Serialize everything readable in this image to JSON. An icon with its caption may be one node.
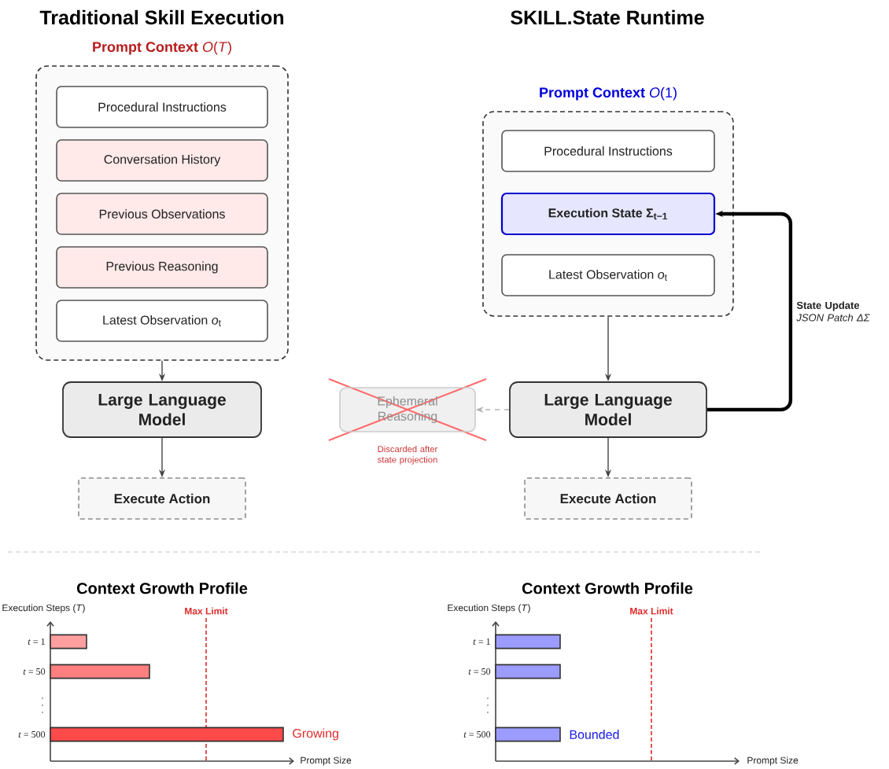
{
  "diagram": {
    "nodes": [
      {
        "text": [
          "**Prompt Context** *O*(*T*)"
        ]
      },
      {
        "text": [
          "Procedural Instructions"
        ],
        "in": 0
      },
      {
        "text": [
          "Conversation History"
        ],
        "in": 0
      },
      {
        "text": [
          "Previous Observations"
        ],
        "in": 0
      },
      {
        "text": [
          "Previous Reasoning"
        ],
        "in": 0
      },
      {
        "text": [
          "Latest Observation *o*$_{t}$"
        ],
        "in": 0
      },
      {
        "text": [
          "Large Language Model"
        ]
      },
      {
        "text": [
          "Execute Action"
        ]
      },
      {
        "text": [
          "**Prompt Context** *O*(1)"
        ]
      },
      {
        "text": [
          "Procedural Instructions"
        ],
        "in": 8
      },
      {
        "text": [
          "Execution State Σ$_{t−1}$"
        ],
        "in": 8
      },
      {
        "text": [
          "Latest Observation *o*$_{t}$"
        ],
        "in": 8
      },
      {
        "text": [
          "Ephemeral Reasoning"
        ],
        "beside": [
          "Discarded after state projection"
        ]
      },
      {
        "text": [
          "Large Language Model"
        ]
      },
      {
        "text": [
          "Execute Action"
        ]
      }
    ],
    "edges": [
      {
        "from": 0,
        "to": 6,
        "arrow": "to"
      },
      {
        "from": 6,
        "to": 7,
        "arrow": "to"
      },
      {
        "from": 8,
        "to": 13,
        "arrow": "to"
      },
      {
        "from": 13,
        "to": 12,
        "arrow": "to",
        "style": "dashed",
        "color": "#b3b3b3"
      },
      {
        "from": 13,
        "to": 10,
        "arrow": "to",
        "style": "thick",
        "label": "**State Update** *JSON Patch ΔΣ*"
      },
      {
        "from": 13,
        "to": 14,
        "arrow": "to"
      }
    ],
    "labels": [
      "Traditional Skill Execution",
      "SKILL.State Runtime",
      "Context Growth Profile",
      "Execution Steps (*T*)",
      "Max Limit",
      "*t* = 1",
      "*t* = 50",
      "*t* = 500",
      "Growing",
      "Prompt Size",
      "Context Growth Profile",
      "Execution Steps (*T*)",
      "Max Limit",
      "*t* = 1",
      "*t* = 50",
      "*t* = 500",
      "Bounded",
      "Prompt Size"
    ]
  }
}
